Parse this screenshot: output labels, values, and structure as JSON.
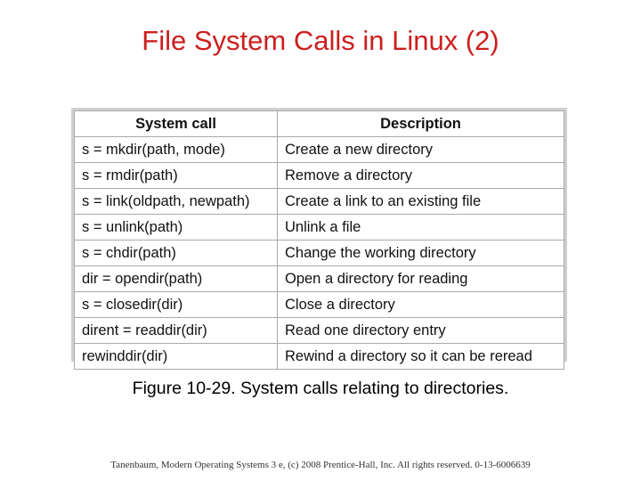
{
  "slide": {
    "title": "File System Calls in Linux (2)",
    "caption": "Figure 10-29. System calls relating to directories.",
    "footer": "Tanenbaum, Modern Operating Systems 3 e, (c) 2008 Prentice-Hall, Inc. All rights reserved. 0-13-6006639"
  },
  "table": {
    "headers": [
      "System call",
      "Description"
    ],
    "rows": [
      [
        "s = mkdir(path, mode)",
        "Create a new directory"
      ],
      [
        "s = rmdir(path)",
        "Remove a directory"
      ],
      [
        "s = link(oldpath, newpath)",
        "Create a link to an existing file"
      ],
      [
        "s = unlink(path)",
        "Unlink a file"
      ],
      [
        "s = chdir(path)",
        "Change the working directory"
      ],
      [
        "dir = opendir(path)",
        "Open a directory for reading"
      ],
      [
        "s = closedir(dir)",
        "Close a directory"
      ],
      [
        "dirent = readdir(dir)",
        "Read one directory entry"
      ],
      [
        "rewinddir(dir)",
        "Rewind a directory so it can be reread"
      ]
    ]
  },
  "colors": {
    "title": "#cc1f1f",
    "frame": "#cfcfcf",
    "grid": "#a9a9a9"
  }
}
